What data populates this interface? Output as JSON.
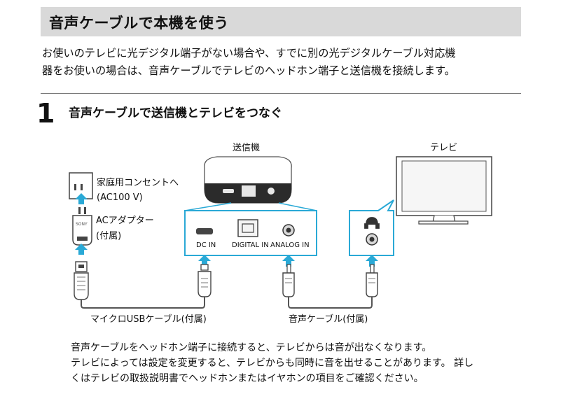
{
  "section_title": "音声ケーブルで本機を使う",
  "intro_lines": [
    "お使いのテレビに光デジタル端子がない場合や、すでに別の光デジタルケーブル対応機",
    "器をお使いの場合は、音声ケーブルでテレビのヘッドホン端子と送信機を接続します。"
  ],
  "step": {
    "number": "1",
    "title": "音声ケーブルで送信機とテレビをつなぐ"
  },
  "diagram": {
    "transmitter_label": "送信機",
    "tv_label": "テレビ",
    "outlet_label_line1": "家庭用コンセントへ",
    "outlet_label_line2": "(AC100 V)",
    "adapter_label_line1": "ACアダプター",
    "adapter_label_line2": "(付属)",
    "adapter_brand": "SONY",
    "port_dc_in": "DC IN",
    "port_digital_in": "DIGITAL IN",
    "port_analog_in": "ANALOG IN",
    "usb_cable_label": "マイクロUSBケーブル(付属)",
    "audio_cable_label": "音声ケーブル(付属)"
  },
  "notes": [
    "音声ケーブルをヘッドホン端子に接続すると、テレビからは音が出なくなります。",
    "テレビによっては設定を変更すると、テレビからも同時に音を出せることがあります。 詳し",
    "くはテレビの取扱説明書でヘッドホンまたはイヤホンの項目をご確認ください。"
  ]
}
